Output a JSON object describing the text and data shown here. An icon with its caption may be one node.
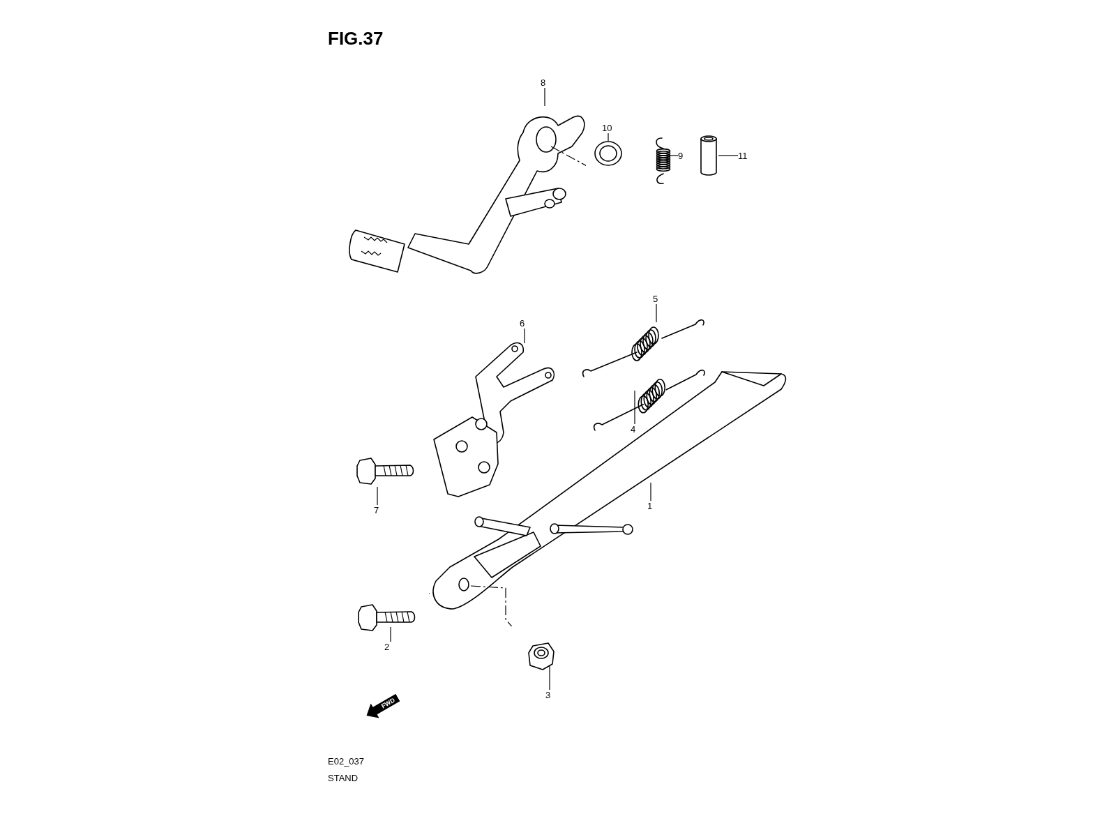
{
  "diagram": {
    "title": "FIG.37",
    "nodes": [
      {
        "text": [
          "8"
        ]
      },
      {
        "text": [],
        "shape": "picture"
      },
      {
        "text": [
          "10"
        ]
      },
      {
        "text": [],
        "shape": "picture"
      },
      {
        "text": [
          "9"
        ]
      },
      {
        "text": [],
        "shape": "picture"
      },
      {
        "text": [
          "11"
        ]
      },
      {
        "text": [],
        "shape": "cylinder"
      },
      {
        "text": [
          "6"
        ]
      },
      {
        "text": [],
        "shape": "picture"
      },
      {
        "text": [
          "5"
        ]
      },
      {
        "text": [],
        "shape": "picture"
      },
      {
        "text": [
          "4"
        ]
      },
      {
        "text": [],
        "shape": "picture"
      },
      {
        "text": [
          "7"
        ]
      },
      {
        "text": [],
        "shape": "picture"
      },
      {
        "text": [
          "1"
        ]
      },
      {
        "text": [],
        "shape": "picture"
      },
      {
        "text": [
          "2"
        ]
      },
      {
        "text": [],
        "shape": "picture"
      },
      {
        "text": [
          "3"
        ]
      },
      {
        "text": [],
        "shape": "picture"
      }
    ],
    "edges": [
      {
        "from": 0,
        "to": 1,
        "arrow": "none"
      },
      {
        "from": 2,
        "to": 3,
        "arrow": "none"
      },
      {
        "from": 4,
        "to": 5,
        "arrow": "none"
      },
      {
        "from": 6,
        "to": 7,
        "arrow": "none"
      },
      {
        "from": 8,
        "to": 9,
        "arrow": "none"
      },
      {
        "from": 10,
        "to": 11,
        "arrow": "none"
      },
      {
        "from": 12,
        "to": 13,
        "arrow": "none"
      },
      {
        "from": 14,
        "to": 15,
        "arrow": "none"
      },
      {
        "from": 16,
        "to": 17,
        "arrow": "none"
      },
      {
        "from": 18,
        "to": 19,
        "arrow": "none"
      },
      {
        "from": 20,
        "to": 21,
        "arrow": "none"
      }
    ],
    "labels": [
      "FWD",
      "E02_037",
      "STAND"
    ]
  }
}
